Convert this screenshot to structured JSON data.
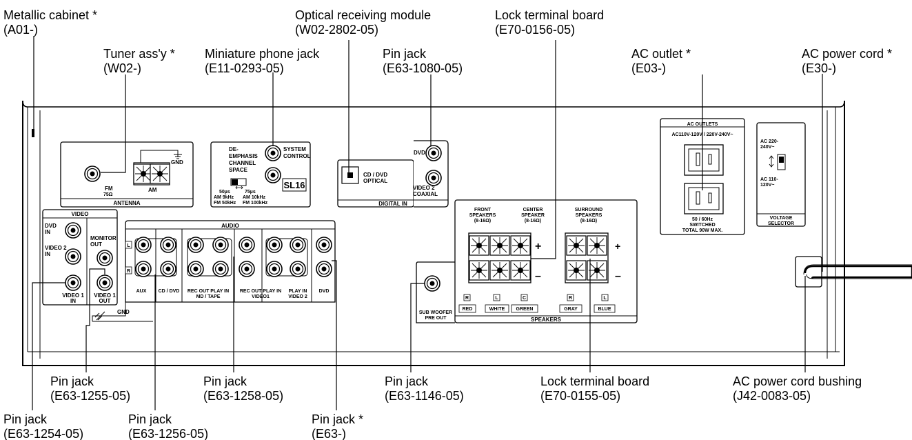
{
  "callouts": {
    "metallic_cabinet": {
      "name": "Metallic cabinet *",
      "code": "(A01-)"
    },
    "tuner_assy": {
      "name": "Tuner ass'y *",
      "code": "(W02-)"
    },
    "miniature_phone_jack": {
      "name": "Miniature phone jack",
      "code": "(E11-0293-05)"
    },
    "optical_receiving_module": {
      "name": "Optical receiving module",
      "code": "(W02-2802-05)"
    },
    "pin_jack_top": {
      "name": "Pin jack",
      "code": "(E63-1080-05)"
    },
    "lock_terminal_top": {
      "name": "Lock terminal board",
      "code": "(E70-0156-05)"
    },
    "ac_outlet": {
      "name": "AC outlet *",
      "code": "(E03-)"
    },
    "ac_power_cord": {
      "name": "AC power cord *",
      "code": "(E30-)"
    },
    "pin_jack_1255": {
      "name": "Pin jack",
      "code": "(E63-1255-05)"
    },
    "pin_jack_1258": {
      "name": "Pin jack",
      "code": "(E63-1258-05)"
    },
    "pin_jack_1146": {
      "name": "Pin jack",
      "code": "(E63-1146-05)"
    },
    "lock_terminal_bottom": {
      "name": "Lock terminal board",
      "code": "(E70-0155-05)"
    },
    "cord_bushing": {
      "name": "AC power cord bushing",
      "code": "(J42-0083-05)"
    },
    "pin_jack_1254": {
      "name": "Pin jack",
      "code": "(E63-1254-05)"
    },
    "pin_jack_1256": {
      "name": "Pin jack",
      "code": "(E63-1256-05)"
    },
    "pin_jack_e63": {
      "name": "Pin jack *",
      "code": "(E63-)"
    }
  },
  "panel": {
    "antenna": {
      "title": "ANTENNA",
      "gnd": "GND",
      "fm": "FM",
      "ohm": "75Ω",
      "am": "AM"
    },
    "deemphasis": {
      "l1": "DE-",
      "l2": "EMPHASIS",
      "l3": "CHANNEL",
      "l4": "SPACE",
      "system1": "SYSTEM",
      "system2": "CONTROL",
      "s1": "50µs",
      "s2": "75µs",
      "am1": "AM  9kHz",
      "fm1": "FM 50kHz",
      "am2": "AM  10kHz",
      "fm2": "FM 100kHz",
      "logo": "SL16"
    },
    "digital_in": {
      "title": "DIGITAL IN",
      "dvd": "DVD",
      "opt1": "CD / DVD",
      "opt2": "OPTICAL",
      "coax1": "VIDEO 2",
      "coax2": "COAXIAL"
    },
    "video": {
      "title": "VIDEO",
      "dvd_in1": "DVD",
      "dvd_in2": "IN",
      "v2_in1": "VIDEO 2",
      "v2_in2": "IN",
      "monitor1": "MONITOR",
      "monitor2": "OUT",
      "v1_in1": "VIDEO 1",
      "v1_in2": "IN",
      "v1_out1": "VIDEO 1",
      "v1_out2": "OUT"
    },
    "audio": {
      "title": "AUDIO",
      "l": "L",
      "r": "R",
      "aux": "AUX",
      "cddvd": "CD / DVD",
      "md1": "REC OUT  PLAY IN",
      "md2": "MD / TAPE",
      "v11": "REC OUT  PLAY IN",
      "v12": "VIDEO1",
      "v21": "PLAY IN",
      "v22": "VIDEO 2",
      "dvd": "DVD",
      "gnd": "GND"
    },
    "subwoofer": {
      "l1": "SUB WOOFER",
      "l2": "PRE OUT"
    },
    "speakers": {
      "title": "SPEAKERS",
      "front1": "FRONT",
      "front2": "SPEAKERS",
      "front3": "(8-16Ω)",
      "center1": "CENTER",
      "center2": "SPEAKER",
      "center3": "(8-16Ω)",
      "surr1": "SURROUND",
      "surr2": "SPEAKERS",
      "surr3": "(8-16Ω)",
      "plus": "+",
      "minus": "–",
      "tags": [
        {
          "letter": "R",
          "color": "RED"
        },
        {
          "letter": "L",
          "color": "WHITE"
        },
        {
          "letter": "C",
          "color": "GREEN"
        },
        {
          "letter": "R",
          "color": "GRAY"
        },
        {
          "letter": "L",
          "color": "BLUE"
        }
      ]
    },
    "ac_outlets": {
      "title": "AC OUTLETS",
      "voltage": "AC110V-120V / 220V-240V~",
      "hz": "50 / 60Hz",
      "switched": "SWITCHED",
      "total": "TOTAL 90W MAX."
    },
    "selector": {
      "hi1": "AC 220-",
      "hi2": "240V~",
      "lo1": "AC 110-",
      "lo2": "120V~",
      "title1": "VOLTAGE",
      "title2": "SELECTOR"
    }
  }
}
